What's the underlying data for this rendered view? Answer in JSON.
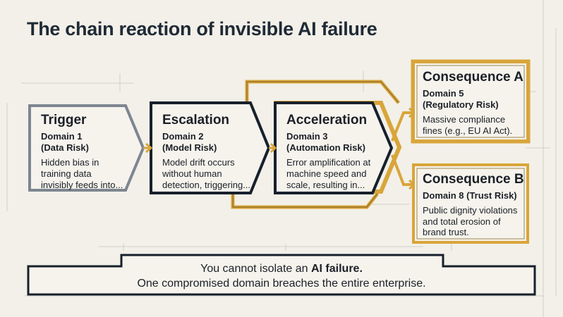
{
  "title": "The chain reaction of invisible AI failure",
  "stages": [
    {
      "name": "Trigger",
      "domain_line1": "Domain 1",
      "domain_line2": "(Data Risk)",
      "desc": [
        "Hidden bias in",
        "training data",
        "invisibly feeds into..."
      ]
    },
    {
      "name": "Escalation",
      "domain_line1": "Domain 2",
      "domain_line2": "(Model Risk)",
      "desc": [
        "Model drift occurs",
        "without human",
        "detection, triggering..."
      ]
    },
    {
      "name": "Acceleration",
      "domain_line1": "Domain 3",
      "domain_line2": "(Automation Risk)",
      "desc": [
        "Error amplification at",
        "machine speed and",
        "scale, resulting in..."
      ]
    }
  ],
  "consequences": [
    {
      "name": "Consequence A",
      "domain_line1": "Domain 5",
      "domain_line2": "(Regulatory Risk)",
      "desc": [
        "Massive compliance",
        "fines (e.g., EU AI Act)."
      ]
    },
    {
      "name": "Consequence B",
      "domain_line1": "Domain 8 (Trust Risk)",
      "desc": [
        "Public dignity violations",
        "and total erosion of",
        "brand trust."
      ]
    }
  ],
  "footer": {
    "line1_prefix": "You cannot isolate an ",
    "line1_bold": "AI failure.",
    "line2": "One compromised domain breaches the entire enterprise."
  },
  "colors": {
    "background": "#f2f0e8",
    "dark": "#17202c",
    "gray": "#7d8690",
    "gold": "#d9a53a"
  }
}
